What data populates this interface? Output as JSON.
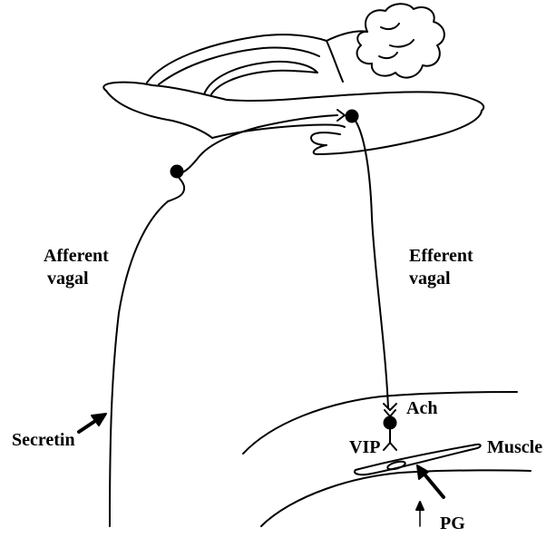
{
  "labels": {
    "afferent_line1": "Afferent",
    "afferent_line2": "vagal",
    "efferent_line1": "Efferent",
    "efferent_line2": "vagal",
    "secretin": "Secretin",
    "ach": "Ach",
    "vip": "VIP",
    "muscle": "Muscle",
    "pg": "PG"
  },
  "colors": {
    "ink": "#000000",
    "background": "#ffffff"
  }
}
